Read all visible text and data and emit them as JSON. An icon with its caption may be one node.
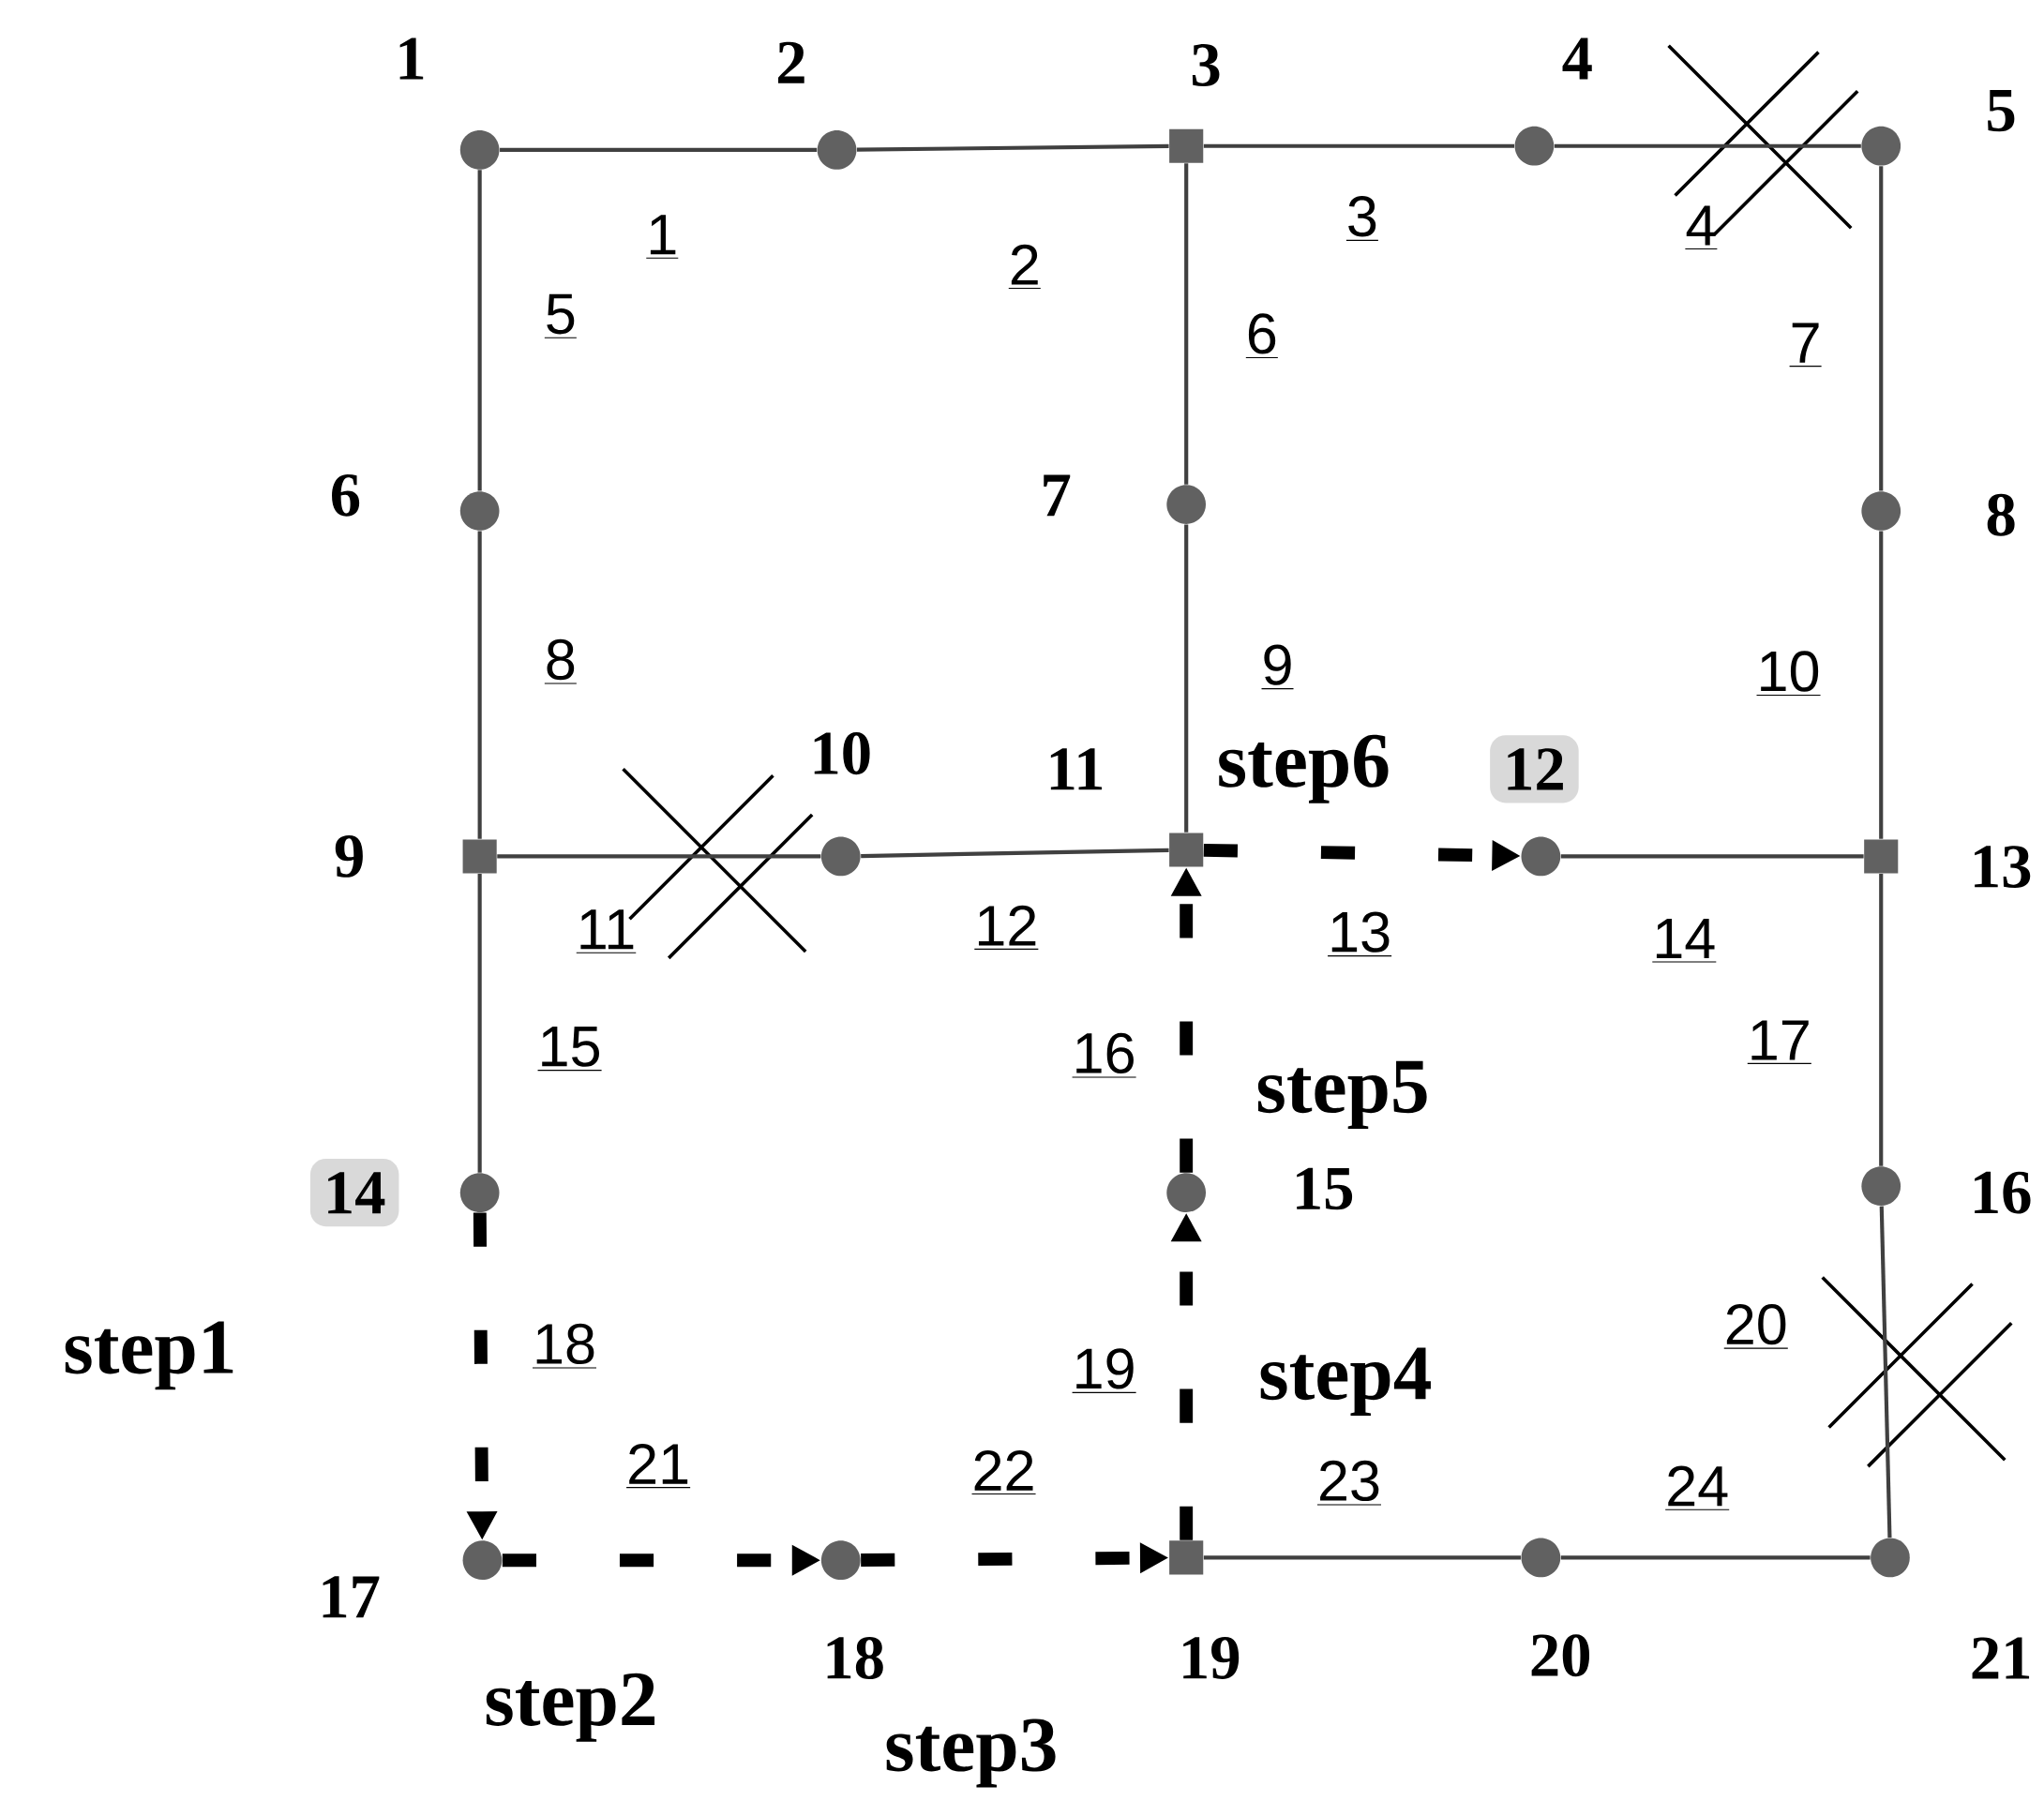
{
  "diagram": {
    "nodes": [
      {
        "text": [],
        "shape": "circle",
        "beside": [
          "1"
        ]
      },
      {
        "text": [],
        "shape": "circle",
        "beside": [
          "2"
        ]
      },
      {
        "text": [],
        "shape": "box",
        "beside": [
          "3"
        ]
      },
      {
        "text": [],
        "shape": "circle",
        "beside": [
          "4"
        ]
      },
      {
        "text": [],
        "shape": "circle",
        "beside": [
          "5"
        ]
      },
      {
        "text": [],
        "shape": "circle",
        "beside": [
          "6"
        ]
      },
      {
        "text": [],
        "shape": "circle",
        "beside": [
          "7"
        ]
      },
      {
        "text": [],
        "shape": "circle",
        "beside": [
          "8"
        ]
      },
      {
        "text": [],
        "shape": "box",
        "beside": [
          "9"
        ]
      },
      {
        "text": [],
        "shape": "circle",
        "beside": [
          "10"
        ]
      },
      {
        "text": [],
        "shape": "box",
        "beside": [
          "11"
        ]
      },
      {
        "text": [],
        "shape": "circle",
        "beside": [
          "12"
        ]
      },
      {
        "text": [],
        "shape": "box",
        "beside": [
          "13"
        ]
      },
      {
        "text": [],
        "shape": "circle",
        "beside": [
          "14"
        ]
      },
      {
        "text": [],
        "shape": "circle",
        "beside": [
          "15"
        ]
      },
      {
        "text": [],
        "shape": "circle",
        "beside": [
          "16"
        ]
      },
      {
        "text": [],
        "shape": "circle",
        "beside": [
          "17"
        ]
      },
      {
        "text": [],
        "shape": "circle",
        "beside": [
          "18"
        ]
      },
      {
        "text": [],
        "shape": "box",
        "beside": [
          "19"
        ]
      },
      {
        "text": [],
        "shape": "circle",
        "beside": [
          "20"
        ]
      },
      {
        "text": [],
        "shape": "circle",
        "beside": [
          "21"
        ]
      }
    ],
    "edges": [
      {
        "from": 0,
        "to": 1,
        "arrow": "none",
        "label": "1"
      },
      {
        "from": 1,
        "to": 2,
        "arrow": "none",
        "label": "2"
      },
      {
        "from": 2,
        "to": 3,
        "arrow": "none",
        "label": "3"
      },
      {
        "from": 3,
        "to": 4,
        "arrow": "none",
        "label": "4"
      },
      {
        "from": 0,
        "to": 5,
        "arrow": "none",
        "label": "5"
      },
      {
        "from": 2,
        "to": 6,
        "arrow": "none",
        "label": "6"
      },
      {
        "from": 4,
        "to": 7,
        "arrow": "none",
        "label": "7"
      },
      {
        "from": 5,
        "to": 8,
        "arrow": "none",
        "label": "8"
      },
      {
        "from": 6,
        "to": 10,
        "arrow": "none",
        "label": "9"
      },
      {
        "from": 7,
        "to": 12,
        "arrow": "none",
        "label": "10"
      },
      {
        "from": 8,
        "to": 9,
        "arrow": "none",
        "label": "11"
      },
      {
        "from": 9,
        "to": 10,
        "arrow": "none",
        "label": "12"
      },
      {
        "from": 10,
        "to": 11,
        "arrow": "to",
        "label": "13",
        "style": "dashed",
        "color": "#000000"
      },
      {
        "from": 11,
        "to": 12,
        "arrow": "none",
        "label": "14"
      },
      {
        "from": 8,
        "to": 13,
        "arrow": "none",
        "label": "15"
      },
      {
        "from": 14,
        "to": 10,
        "arrow": "to",
        "label": "16",
        "style": "dashed",
        "color": "#000000"
      },
      {
        "from": 12,
        "to": 15,
        "arrow": "none",
        "label": "17"
      },
      {
        "from": 13,
        "to": 16,
        "arrow": "to",
        "label": "18",
        "style": "dashed",
        "color": "#000000"
      },
      {
        "from": 18,
        "to": 14,
        "arrow": "to",
        "label": "19",
        "style": "dashed",
        "color": "#000000"
      },
      {
        "from": 15,
        "to": 20,
        "arrow": "none",
        "label": "20"
      },
      {
        "from": 16,
        "to": 17,
        "arrow": "to",
        "label": "21",
        "style": "dashed",
        "color": "#000000"
      },
      {
        "from": 17,
        "to": 18,
        "arrow": "to",
        "label": "22",
        "style": "dashed",
        "color": "#000000"
      },
      {
        "from": 18,
        "to": 19,
        "arrow": "none",
        "label": "23"
      },
      {
        "from": 19,
        "to": 20,
        "arrow": "none",
        "label": "24"
      }
    ],
    "labels": [
      "step6",
      "step5",
      "step4",
      "step1",
      "step2",
      "step3"
    ]
  }
}
